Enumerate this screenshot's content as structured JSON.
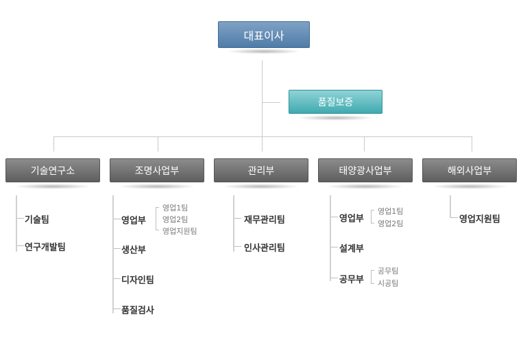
{
  "ceo": {
    "label": "대표이사"
  },
  "qa": {
    "label": "품질보증"
  },
  "departments": [
    {
      "label": "기술연구소",
      "teams": [
        "기술팀",
        "연구개발팀"
      ]
    },
    {
      "label": "조명사업부",
      "teams": [
        "영업부",
        "생산부",
        "디자인팀",
        "품질검사"
      ],
      "sales_subteams": [
        "영업1팀",
        "영업2팀",
        "영업지원팀"
      ]
    },
    {
      "label": "관리부",
      "teams": [
        "재무관리팀",
        "인사관리팀"
      ]
    },
    {
      "label": "태양광사업부",
      "teams": [
        "영업부",
        "설계부",
        "공무부"
      ],
      "sales_subteams": [
        "영업1팀",
        "영업2팀"
      ],
      "works_subteams": [
        "공무팀",
        "시공팀"
      ]
    },
    {
      "label": "해외사업부",
      "teams": [
        "영업지원팀"
      ]
    }
  ],
  "colors": {
    "ceo": "#4f7ca8",
    "qa": "#40aab0",
    "department": "#666666",
    "line": "#c9c9c9"
  }
}
